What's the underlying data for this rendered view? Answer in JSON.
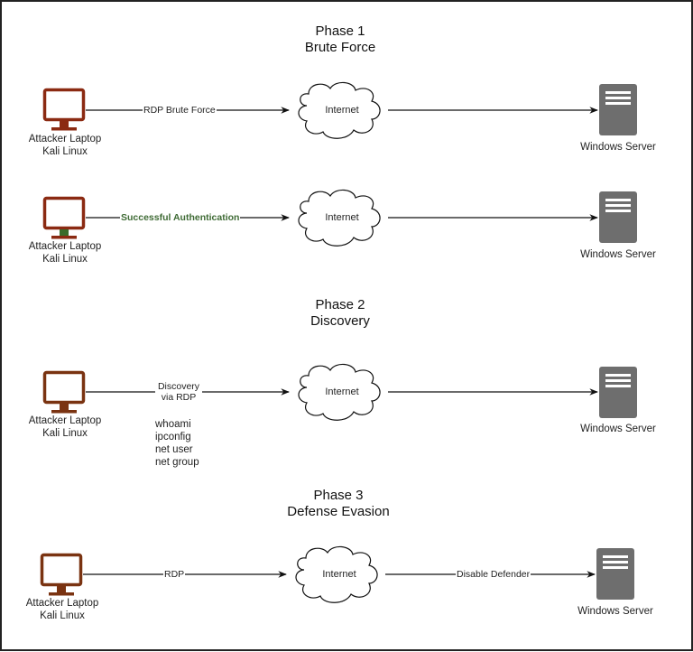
{
  "diagram": {
    "colors": {
      "laptop": "#8b2a12",
      "laptop_alt": "#7a3311",
      "server": "#6e6e6e",
      "line": "#111111",
      "success_label": "#3f6b35",
      "border": "#222222"
    },
    "phases": [
      {
        "title_line1": "Phase 1",
        "title_line2": "Brute Force"
      },
      {
        "title_line1": "Phase 2",
        "title_line2": "Discovery"
      },
      {
        "title_line1": "Phase 3",
        "title_line2": "Defense Evasion"
      }
    ],
    "rows": [
      {
        "attacker": {
          "line1": "Attacker Laptop",
          "line2": "Kali Linux",
          "icon": "monitor-icon"
        },
        "edge1_label": "RDP Brute Force",
        "cloud": "Internet",
        "edge2_label": "",
        "server": {
          "label": "Windows Server",
          "icon": "server-icon"
        }
      },
      {
        "attacker": {
          "line1": "Attacker Laptop",
          "line2": "Kali Linux",
          "icon": "monitor-icon"
        },
        "edge1_label": "Successful Authentication",
        "cloud": "Internet",
        "edge2_label": "",
        "server": {
          "label": "Windows Server",
          "icon": "server-icon"
        }
      },
      {
        "attacker": {
          "line1": "Attacker Laptop",
          "line2": "Kali Linux",
          "icon": "monitor-icon"
        },
        "edge1_label_line1": "Discovery",
        "edge1_label_line2": "via RDP",
        "commands": [
          "whoami",
          "ipconfig",
          "net user",
          "net group"
        ],
        "cloud": "Internet",
        "edge2_label": "",
        "server": {
          "label": "Windows Server",
          "icon": "server-icon"
        }
      },
      {
        "attacker": {
          "line1": "Attacker Laptop",
          "line2": "Kali Linux",
          "icon": "monitor-icon"
        },
        "edge1_label": "RDP",
        "cloud": "Internet",
        "edge2_label": "Disable Defender",
        "server": {
          "label": "Windows Server",
          "icon": "server-icon"
        }
      }
    ]
  }
}
